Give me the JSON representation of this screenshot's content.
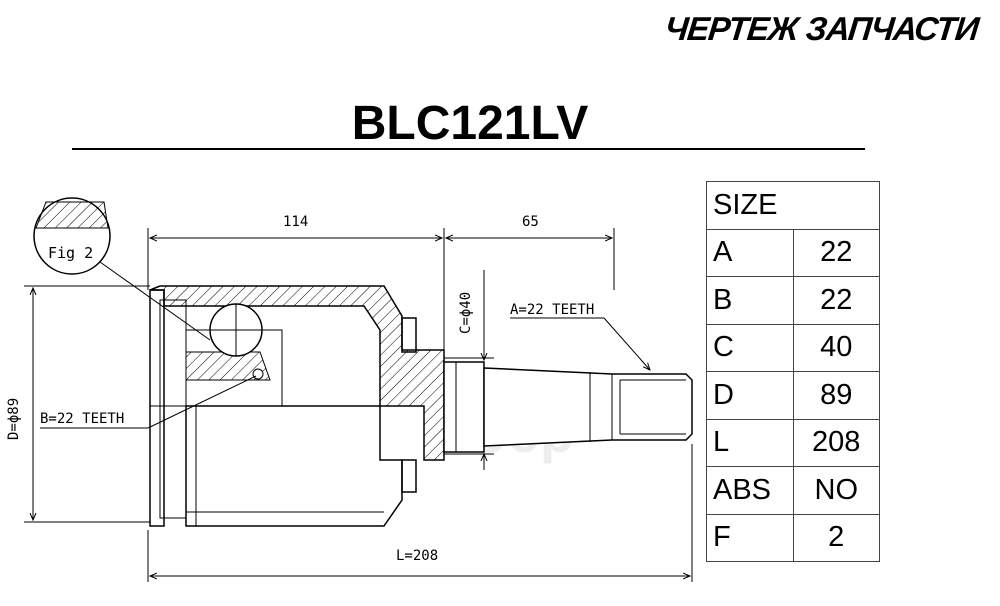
{
  "header": {
    "tag": "ЧЕРТЕЖ ЗАПЧАСТИ"
  },
  "part_number": "BLC121LV",
  "dimensions": {
    "top_left": "114",
    "top_right": "65",
    "bottom_length": "L=208",
    "diameter_outer": "D=ϕ89",
    "diameter_shaft": "C=ϕ40",
    "inner_teeth": "B=22 TEETH",
    "shaft_teeth": "A=22 TEETH",
    "figure": "Fig 2"
  },
  "size_table": {
    "header": "SIZE",
    "rows": [
      {
        "key": "A",
        "value": "22"
      },
      {
        "key": "B",
        "value": "22"
      },
      {
        "key": "C",
        "value": "40"
      },
      {
        "key": "D",
        "value": "89"
      },
      {
        "key": "L",
        "value": "208"
      },
      {
        "key": "ABS",
        "value": "NO"
      },
      {
        "key": "F",
        "value": "2"
      }
    ]
  },
  "watermark": "aбcp"
}
